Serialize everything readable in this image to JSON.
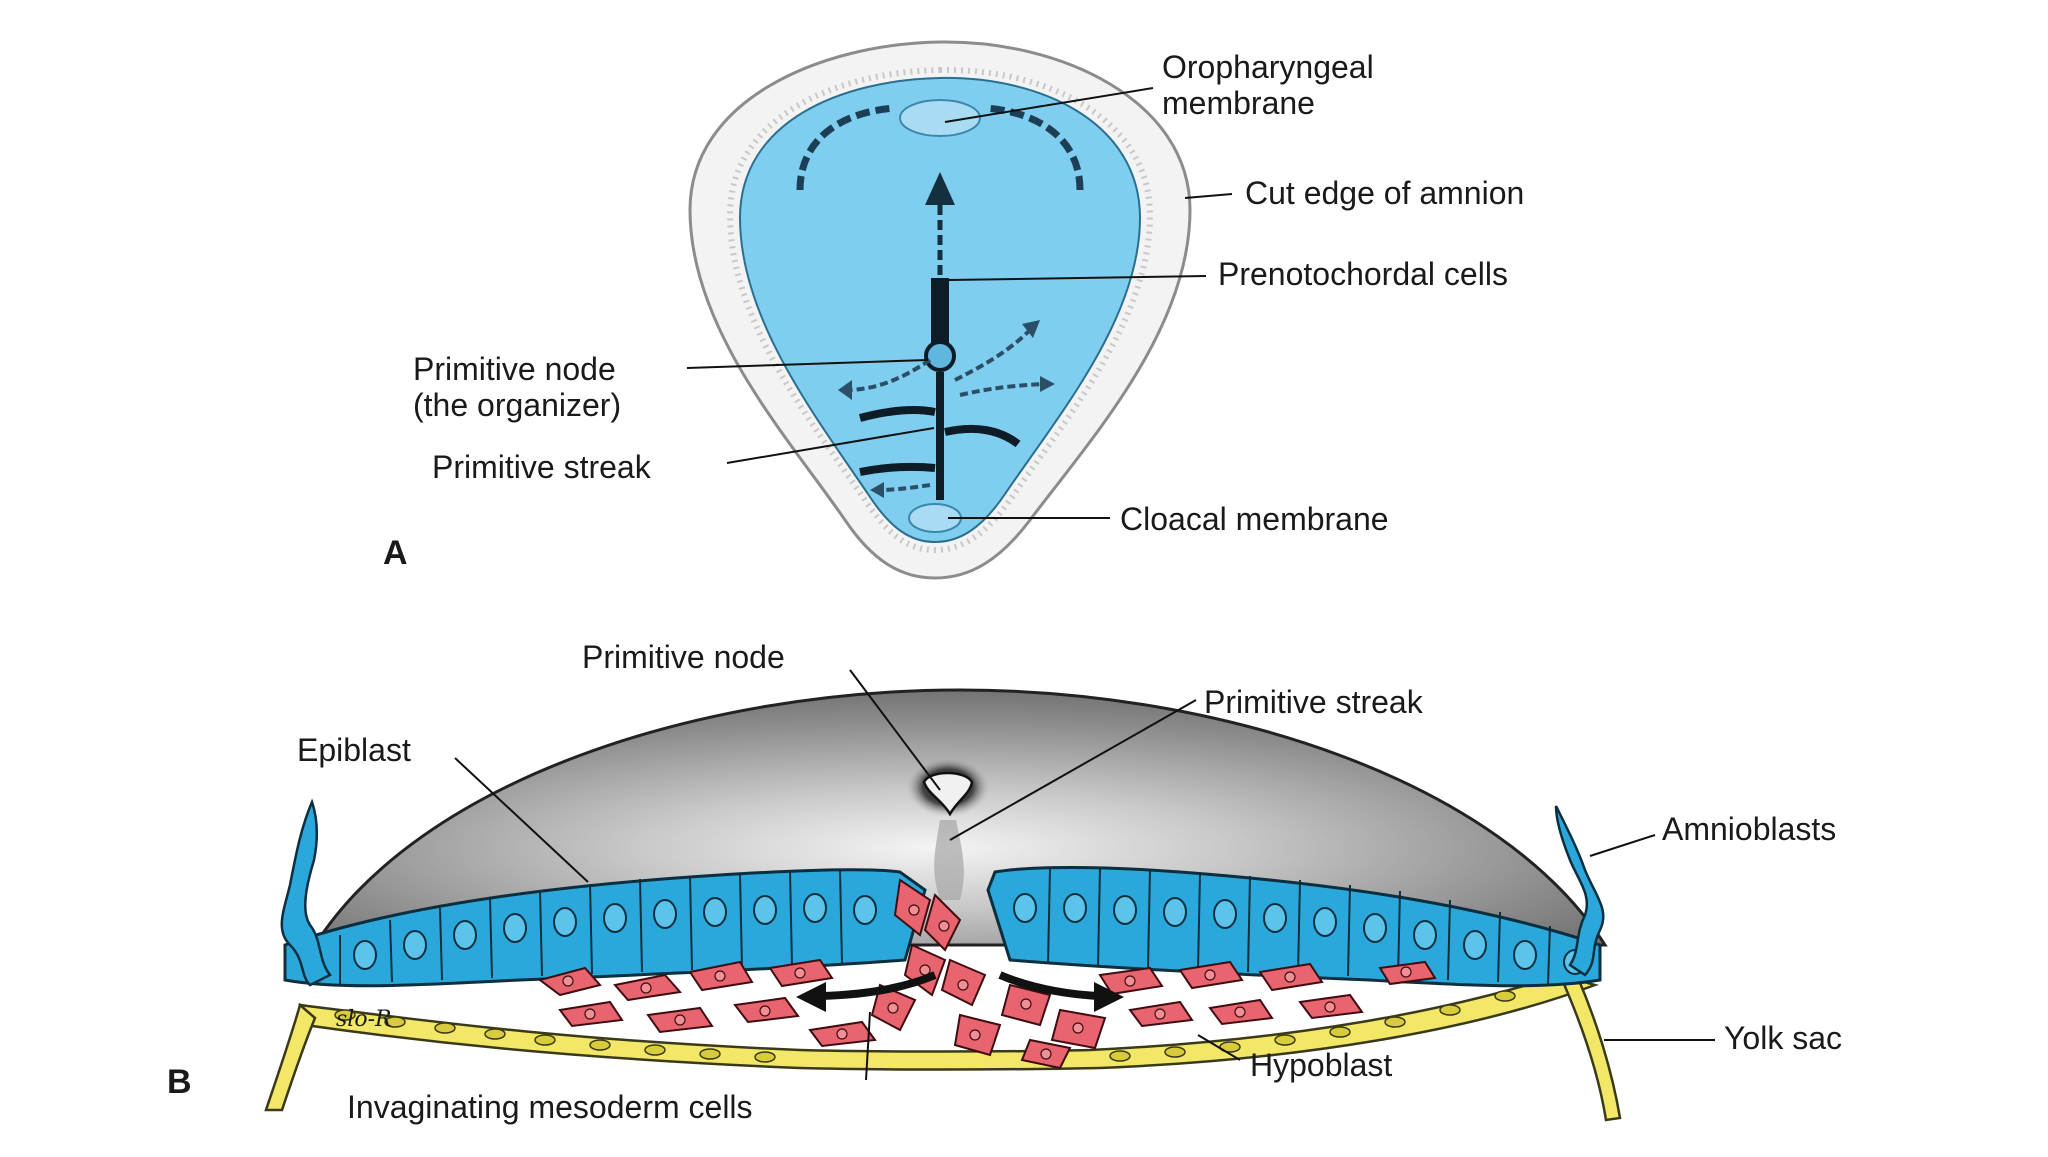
{
  "panels": {
    "a": {
      "letter": "A",
      "labels": {
        "oropharyngeal_line1": "Oropharyngeal",
        "oropharyngeal_line2": "membrane",
        "cut_edge_amnion": "Cut edge of amnion",
        "prenotochordal": "Prenotochordal cells",
        "primitive_node_line1": "Primitive node",
        "primitive_node_line2": "(the organizer)",
        "primitive_streak": "Primitive streak",
        "cloacal_membrane": "Cloacal membrane"
      }
    },
    "b": {
      "letter": "B",
      "labels": {
        "primitive_node": "Primitive node",
        "primitive_streak": "Primitive streak",
        "epiblast": "Epiblast",
        "amnioblasts": "Amnioblasts",
        "yolk_sac": "Yolk sac",
        "hypoblast": "Hypoblast",
        "invaginating": "Invaginating mesoderm cells"
      },
      "signature": "slo-R"
    }
  },
  "colors": {
    "epiblast_blue": "#2aa8dc",
    "embryo_disc_blue": "#7fcdef",
    "mesoderm_red": "#e8646e",
    "hypoblast_yellow": "#f2e766",
    "amnion_cavity_gray": "#8a8a8a"
  }
}
